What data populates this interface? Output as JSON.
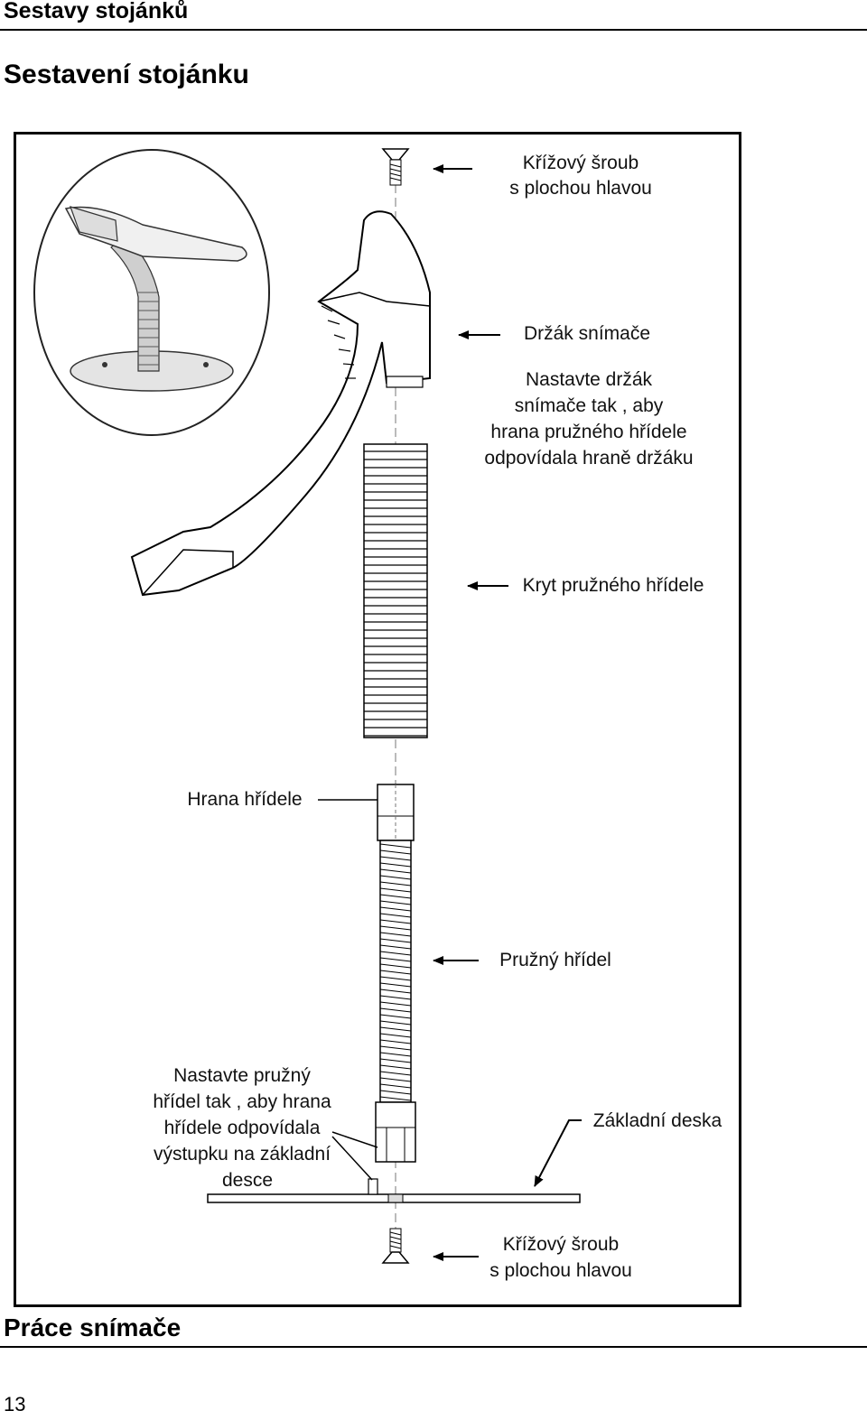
{
  "header": {
    "section_title": "Sestavy stojánků",
    "subsection_title": "Sestavení stojánku"
  },
  "diagram": {
    "labels": {
      "top_screw_line1": "Křížový šroub",
      "top_screw_line2": "s plochou hlavou",
      "holder": "Držák snímače",
      "holder_note_line1": "Nastavte držák",
      "holder_note_line2": "snímače tak , aby",
      "holder_note_line3": "hrana pružného hřídele",
      "holder_note_line4": "odpovídala hraně držáku",
      "shaft_cover": "Kryt pružného hřídele",
      "shaft_edge": "Hrana hřídele",
      "flex_shaft": "Pružný hřídel",
      "shaft_note_line1": "Nastavte pružný",
      "shaft_note_line2": "hřídel tak , aby hrana",
      "shaft_note_line3": "hřídele odpovídala",
      "shaft_note_line4": "výstupku na základní",
      "shaft_note_line5": "desce",
      "base_plate": "Základní deska",
      "bottom_screw_line1": "Křížový šroub",
      "bottom_screw_line2": "s plochou hlavou"
    }
  },
  "footer": {
    "section_title": "Práce snímače",
    "page_number": "13"
  }
}
